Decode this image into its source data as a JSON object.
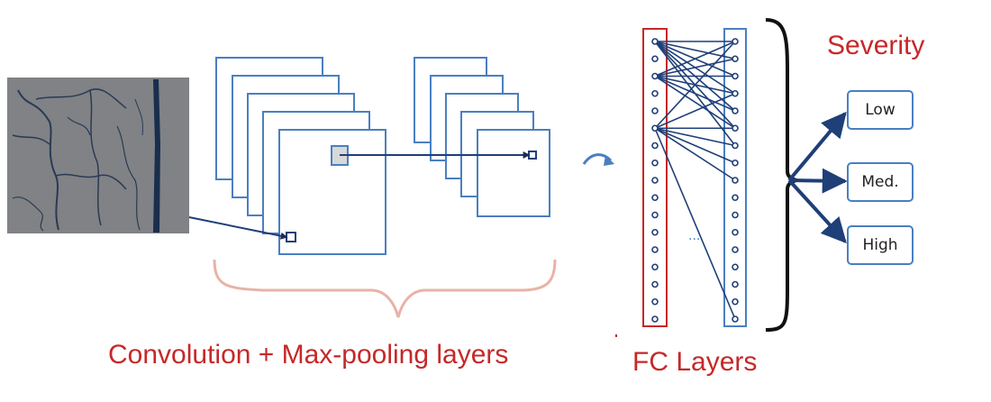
{
  "labels": {
    "conv_layers": "Convolution + Max-pooling layers",
    "fc_layers": "FC Layers",
    "severity": "Severity",
    "ellipsis": "..."
  },
  "outputs": [
    {
      "label": "Low"
    },
    {
      "label": "Med."
    },
    {
      "label": "High"
    }
  ],
  "colors": {
    "layer_blue": "#4a7fc1",
    "link_navy": "#1f3f78",
    "red": "#c62828",
    "brace": "#e8b3a6",
    "input_gray": "#808285",
    "crack": "#1a2e4d"
  },
  "icons": [
    "pavement-crack-image",
    "curved-arrow-icon"
  ]
}
